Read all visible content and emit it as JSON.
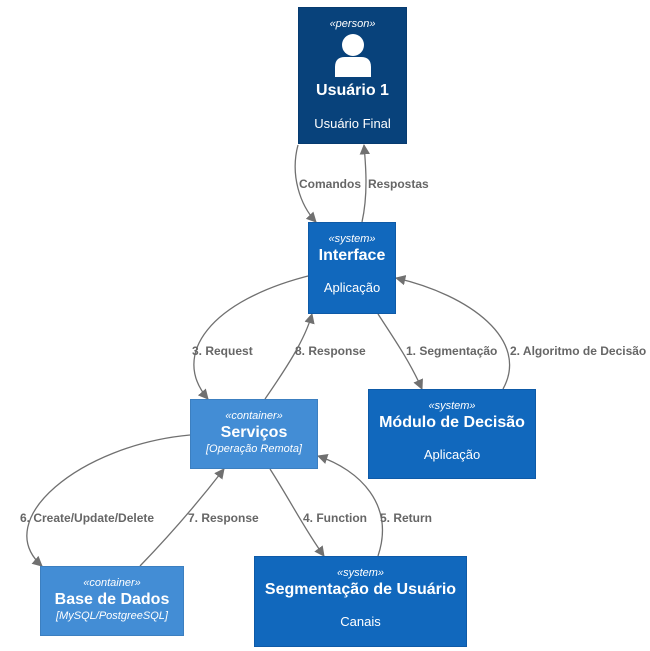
{
  "colors": {
    "person": "#08427b",
    "system": "#1168bd",
    "container": "#438dd5",
    "edge": "#707070",
    "edge_label": "#666666"
  },
  "nodes": {
    "user": {
      "stereotype": "«person»",
      "title": "Usuário 1",
      "description": "Usuário Final",
      "icon": "person-icon"
    },
    "interface": {
      "stereotype": "«system»",
      "title": "Interface",
      "description": "Aplicação"
    },
    "services": {
      "stereotype": "«container»",
      "title": "Serviços",
      "technology": "[Operação Remota]"
    },
    "decision": {
      "stereotype": "«system»",
      "title": "Módulo de Decisão",
      "description": "Aplicação"
    },
    "database": {
      "stereotype": "«container»",
      "title": "Base de Dados",
      "technology": "[MySQL/PostgreeSQL]"
    },
    "segmentation": {
      "stereotype": "«system»",
      "title": "Segmentação de Usuário",
      "description": "Canais"
    }
  },
  "edges": {
    "comandos": "Comandos",
    "respostas": "Respostas",
    "request": "3. Request",
    "response8": "8. Response",
    "segmentacao": "1. Segmentação",
    "algoritmo": "2. Algoritmo de Decisão",
    "crud": "6. Create/Update/Delete",
    "response7": "7. Response",
    "function": "4. Function",
    "return": "5. Return"
  }
}
